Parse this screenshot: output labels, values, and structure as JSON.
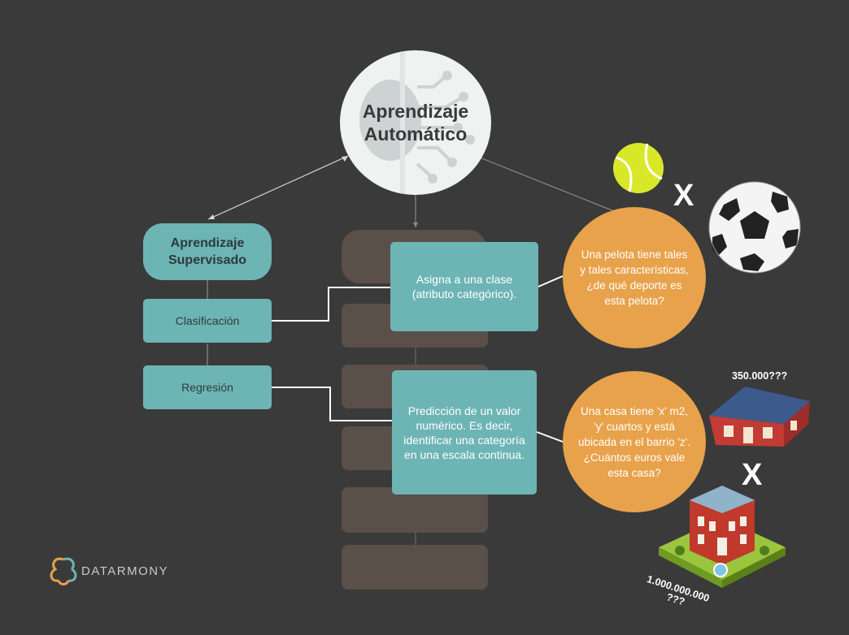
{
  "center": {
    "line1": "Aprendizaje",
    "line2": "Automático"
  },
  "supervised": {
    "line1": "Aprendizaje",
    "line2": "Supervisado"
  },
  "classification": {
    "label": "Clasificación"
  },
  "regression": {
    "label": "Regresión"
  },
  "classification_desc": "Asigna a una clase (atributo categórico).",
  "regression_desc": "Predicción de un valor numérico. Es decir, identificar una categoría en una escala continua.",
  "classification_example": "Una pelota tiene tales y tales características, ¿de qué deporte es esta pelota?",
  "regression_example": "Una casa tiene 'x' m2, 'y' cuartos y está ubicada en el barrio 'z'. ¿Cuántos euros vale esta casa?",
  "price_small_house": "350.000???",
  "price_big_house_1": "1.000.000.000",
  "price_big_house_2": "???",
  "x_symbol": "X",
  "logo": {
    "text": "DATARMONY"
  },
  "colors": {
    "background": "#3a3a3a",
    "teal": "#6db4b5",
    "orange": "#e8a24b",
    "ghost": "#5b4f49",
    "circle": "#eef3f2"
  },
  "icons": [
    "brain-circuit-icon",
    "tennis-ball-icon",
    "soccer-ball-icon",
    "house-icon",
    "mansion-icon",
    "datarmony-logo-icon"
  ]
}
